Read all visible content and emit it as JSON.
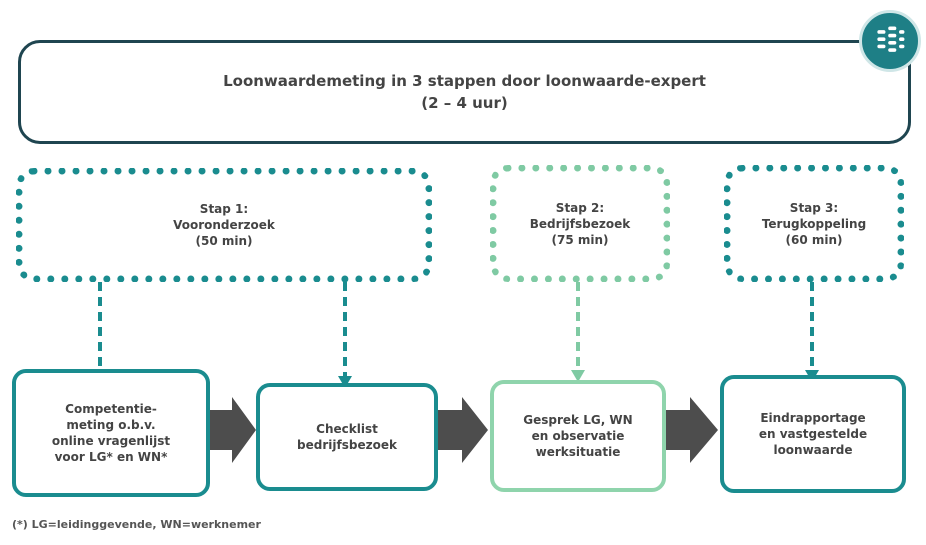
{
  "header": {
    "title_line1": "Loonwaardemeting in 3 stappen door loonwaarde-expert",
    "title_line2": "(2 – 4 uur)"
  },
  "steps": [
    {
      "line1": "Stap 1:",
      "line2": "Vooronderzoek",
      "line3": "(50 min)"
    },
    {
      "line1": "Stap 2:",
      "line2": "Bedrijfsbezoek",
      "line3": "(75 min)"
    },
    {
      "line1": "Stap 3:",
      "line2": "Terugkoppeling",
      "line3": "(60 min)"
    }
  ],
  "activities": [
    {
      "lines": [
        "Competentie-",
        "meting o.b.v.",
        "online vragenlijst",
        "voor LG* en WN*"
      ]
    },
    {
      "lines": [
        "Checklist",
        "bedrijfsbezoek"
      ]
    },
    {
      "lines": [
        "Gesprek LG, WN",
        "en observatie",
        "werksituatie"
      ]
    },
    {
      "lines": [
        "Eindrapportage",
        "en vastgestelde",
        "loonwaarde"
      ]
    }
  ],
  "footnote": "(*) LG=leidinggevende, WN=werknemer",
  "colors": {
    "teal": "#1a8c8f",
    "light_green": "#7fcaa3",
    "dark": "#1f4550",
    "arrow": "#4d4d4d"
  },
  "icons": {
    "logo": "app-logo-icon"
  }
}
